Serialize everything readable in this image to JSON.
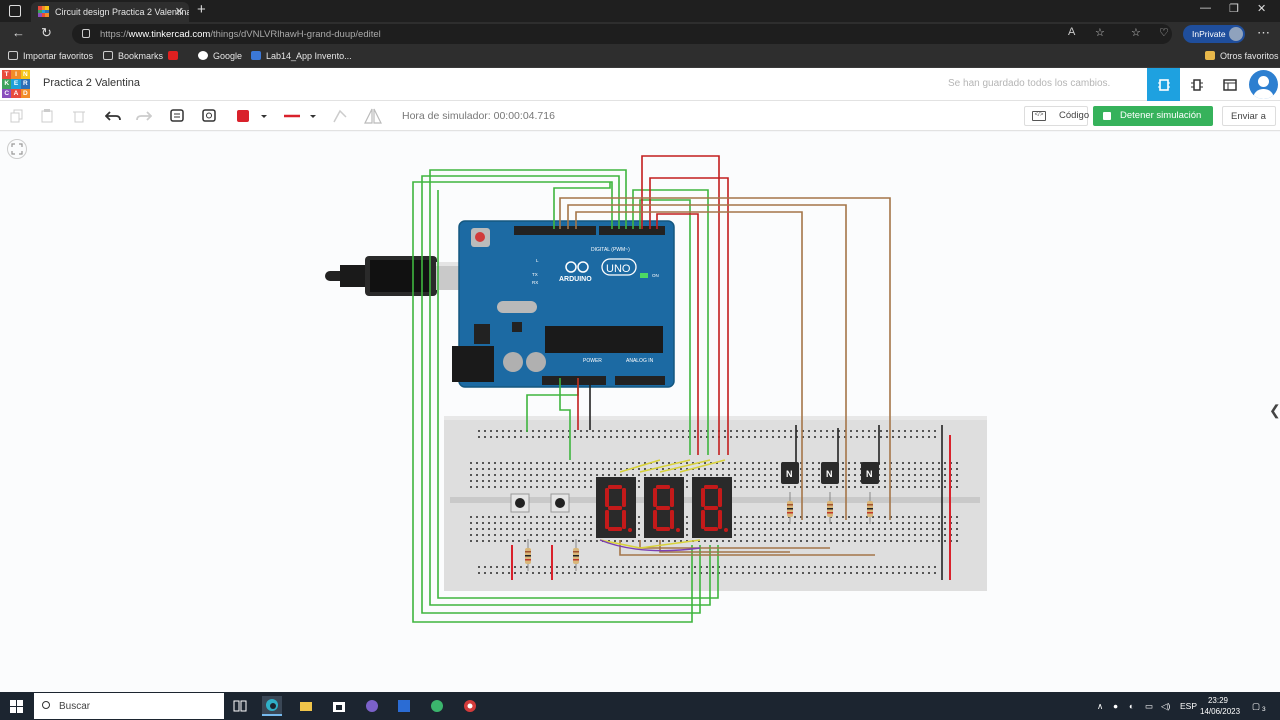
{
  "browser": {
    "tab_title": "Circuit design Practica 2 Valentina",
    "tab_close": "✕",
    "new_tab": "+",
    "window_min": "—",
    "window_max": "❐",
    "window_close": "✕",
    "url_prefix": "https://",
    "url_host": "www.tinkercad.com",
    "url_path": "/things/dVNLVRlhawH-grand-duup/editel",
    "inprivate_label": "InPrivate",
    "bookmarks": [
      {
        "label": "Importar favoritos"
      },
      {
        "label": "Bookmarks"
      },
      {
        "label": "Google"
      },
      {
        "label": "Lab14_App Invento..."
      }
    ],
    "other_favorites": "Otros favoritos"
  },
  "app": {
    "logo_letters": [
      "TIN",
      "KER",
      "CAD"
    ],
    "logo_colors": [
      "#e84b3c",
      "#f28c28",
      "#f5c518",
      "#3da35d",
      "#1f9fd8",
      "#2c6fb7",
      "#8a4fbd",
      "#e84b3c",
      "#f28c28"
    ],
    "project_title": "Practica 2 Valentina",
    "save_status": "Se han guardado todos los cambios.",
    "accent_color": "#1ea1e0"
  },
  "toolbar": {
    "sim_time_label": "Hora de simulador: 00:00:04.716",
    "code_label": "Código",
    "code_icon_text": "</>",
    "stop_label": "Detener simulación",
    "send_label": "Enviar a",
    "fill_color": "#d9212b",
    "stop_color": "#36b25b"
  },
  "circuit": {
    "arduino_brand": "ARDUINO",
    "arduino_model": "UNO",
    "digital_label": "DIGITAL (PWM~)",
    "power_label": "POWER",
    "analog_label": "ANALOG IN",
    "tx_label": "TX",
    "rx_label": "RX",
    "l_label": "L",
    "on_label": "ON",
    "transistor_label": "N",
    "segment_digit": "8"
  },
  "taskbar": {
    "search_placeholder": "Buscar",
    "lang": "ESP",
    "time": "23:29",
    "date": "14/06/2023",
    "notifications": "3"
  }
}
